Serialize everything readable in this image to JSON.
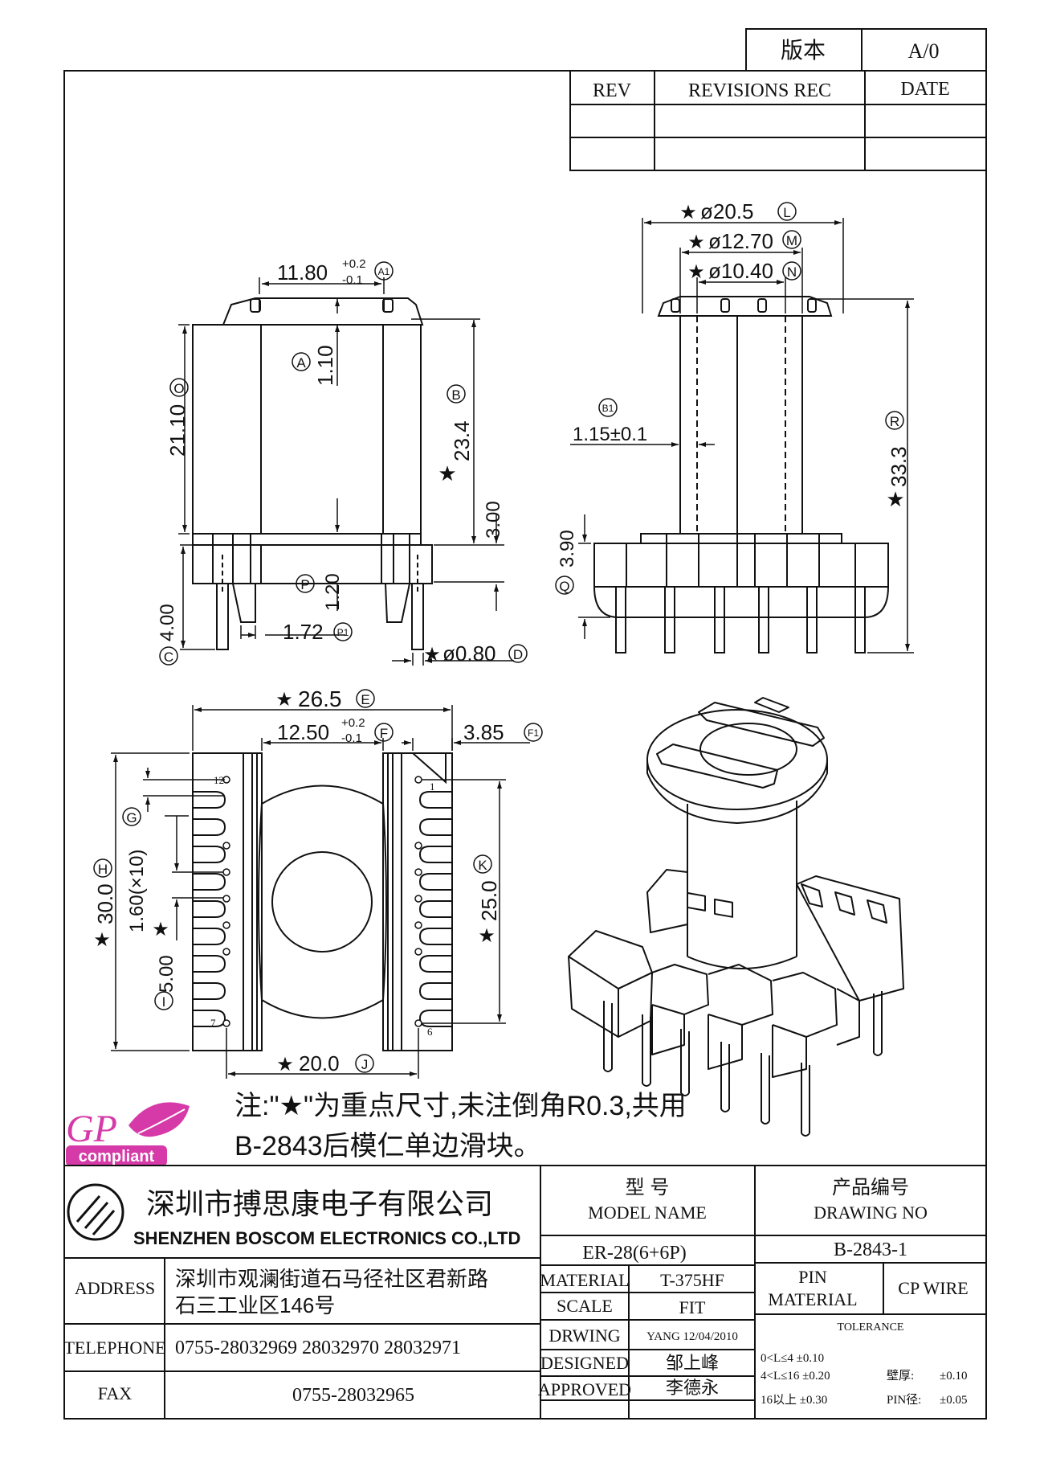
{
  "version_box": {
    "label": "版本",
    "value": "A/0"
  },
  "revisions": {
    "rev_header": "REV",
    "rec_header": "REVISIONS REC",
    "date_header": "DATE"
  },
  "dims": {
    "a1": "11.80",
    "a1_tol_plus": "+0.2",
    "a1_tol_minus": "-0.1",
    "a1_tag": "A1",
    "a": "1.10",
    "a_tag": "A",
    "o": "21.10",
    "o_tag": "O",
    "b": "23.4",
    "b_tag": "B",
    "h300": "3.00",
    "p": "1.20",
    "p_tag": "P",
    "p1": "1.72",
    "p1_tag": "P1",
    "c": "4.00",
    "c_tag": "C",
    "d": "ø0.80",
    "d_tag": "D",
    "l": "ø20.5",
    "l_tag": "L",
    "m": "ø12.70",
    "m_tag": "M",
    "n": "ø10.40",
    "n_tag": "N",
    "b1": "1.15±0.1",
    "b1_tag": "B1",
    "r": "33.3",
    "r_tag": "R",
    "q": "3.90",
    "q_tag": "Q",
    "e": "26.5",
    "e_tag": "E",
    "f": "12.50",
    "f_tol_plus": "+0.2",
    "f_tol_minus": "-0.1",
    "f_tag": "F",
    "f1": "3.85",
    "f1_tag": "F1",
    "g": "1.60(×10)",
    "g_tag": "G",
    "h": "30.0",
    "h_tag": "H",
    "i": "5.00",
    "i_tag": "I",
    "k": "25.0",
    "k_tag": "K",
    "j": "20.0",
    "j_tag": "J",
    "pin12": "12",
    "pin1": "1",
    "pin7": "7",
    "pin6": "6"
  },
  "note": {
    "line1": "注:\"★\"为重点尺寸,未注倒角R0.3,共用",
    "line2": "B-2843后模仁单边滑块。"
  },
  "logo": {
    "gp": "GP",
    "compliant": "compliant"
  },
  "company": {
    "name_cn": "深圳市搏思康电子有限公司",
    "name_en": "SHENZHEN BOSCOM ELECTRONICS CO.,LTD",
    "address_label": "ADDRESS",
    "address_line1": "深圳市观澜街道石马径社区君新路",
    "address_line2": "石三工业区146号",
    "telephone_label": "TELEPHONE",
    "telephone": "0755-28032969 28032970 28032971",
    "fax_label": "FAX",
    "fax": "0755-28032965"
  },
  "title_block": {
    "model_cn": "型        号",
    "model_en": "MODEL NAME",
    "drawing_cn": "产品编号",
    "drawing_en": "DRAWING NO",
    "model": "ER-28(6+6P)",
    "drawing_no": "B-2843-1",
    "material_label": "MATERIAL",
    "material": "T-375HF",
    "scale_label": "SCALE",
    "scale": "FIT",
    "drwing_label": "DRWING",
    "drwing": "YANG 12/04/2010",
    "designed_label": "DESIGNED",
    "designed": "邹上峰",
    "approved_label": "APPROVED",
    "approved": "李德永",
    "pin_material_label1": "PIN",
    "pin_material_label2": "MATERIAL",
    "pin_material": "CP WIRE",
    "tolerance_label": "TOLERANCE",
    "tol1": "0<L≤4  ±0.10",
    "tol2": "4<L≤16  ±0.20",
    "tol3": "16以上      ±0.30",
    "wall_label": "壁厚:",
    "wall": "±0.10",
    "pin_dia_label": "PIN径:",
    "pin_dia": "±0.05"
  }
}
